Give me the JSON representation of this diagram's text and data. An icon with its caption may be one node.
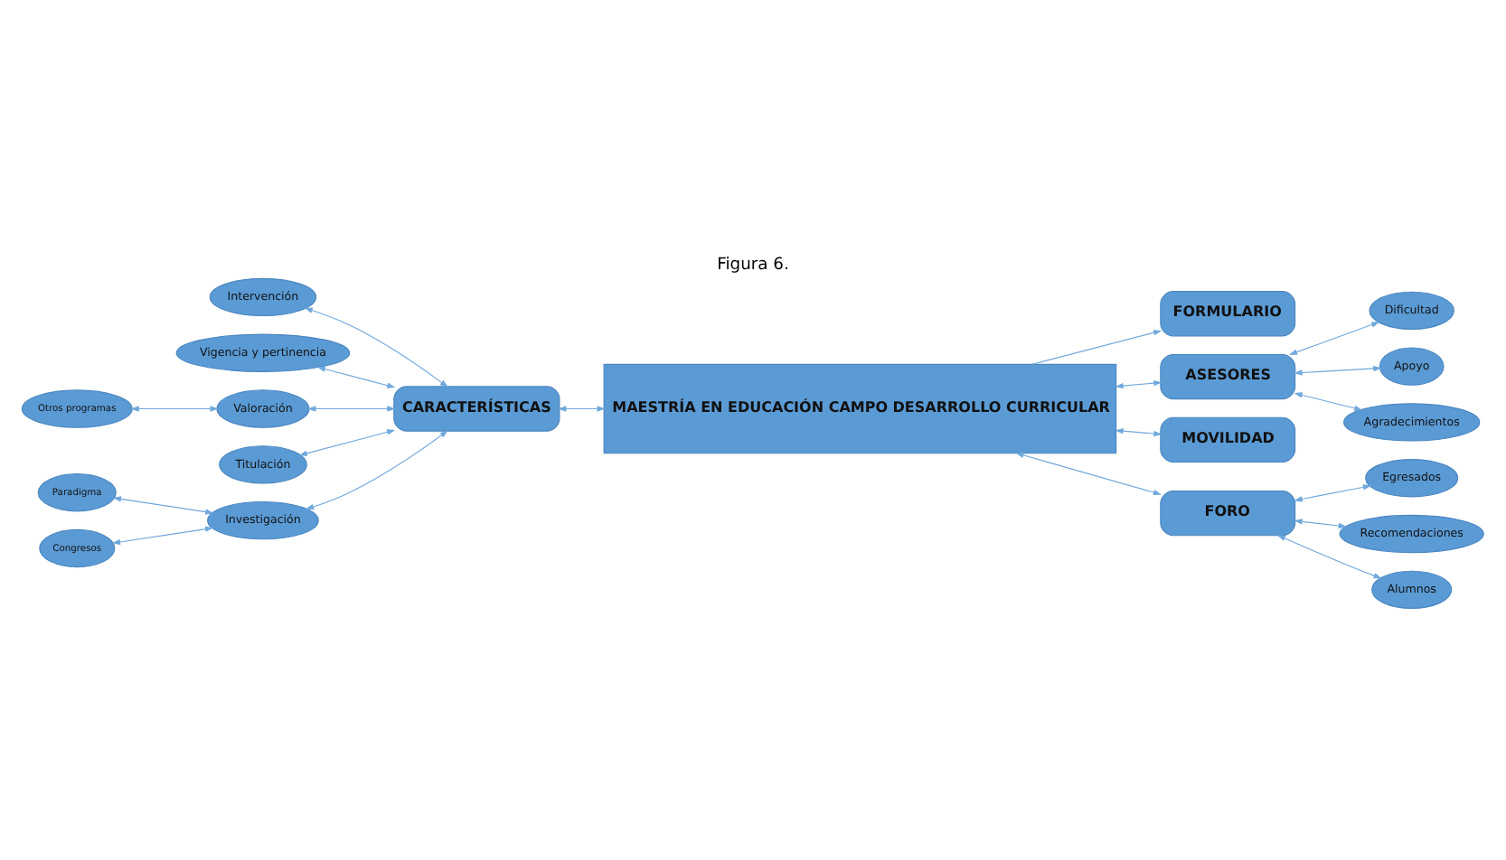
{
  "diagram": {
    "title": "Figura 6.",
    "nodes": [
      {
        "text": [
          "MAESTRÍA EN EDUCACIÓN CAMPO DESARROLLO CURRICULAR"
        ]
      },
      {
        "text": [
          "FORMULARIO"
        ]
      },
      {
        "text": [
          "CARACTERÍSTICAS"
        ]
      },
      {
        "text": [
          "Intervención"
        ]
      },
      {
        "text": [
          "Vigencia y pertinencia"
        ]
      },
      {
        "text": [
          "Valoración"
        ]
      },
      {
        "text": [
          "Otros programas"
        ]
      },
      {
        "text": [
          "Titulación"
        ]
      },
      {
        "text": [
          "Investigación"
        ]
      },
      {
        "text": [
          "Paradigma"
        ]
      },
      {
        "text": [
          "Congresos"
        ]
      },
      {
        "text": [
          "ASESORES"
        ]
      },
      {
        "text": [
          "Dificultad"
        ]
      },
      {
        "text": [
          "Apoyo"
        ]
      },
      {
        "text": [
          "Agradecimientos"
        ]
      },
      {
        "text": [
          "MOVILIDAD"
        ]
      },
      {
        "text": [
          "FORO"
        ]
      },
      {
        "text": [
          "Egresados"
        ]
      },
      {
        "text": [
          "Recomendaciones"
        ]
      },
      {
        "text": [
          "Alumnos"
        ]
      }
    ],
    "edges": [
      {
        "from": 0,
        "to": 1,
        "arrow": "to"
      },
      {
        "from": 2,
        "to": 0,
        "arrow": "both"
      },
      {
        "from": 3,
        "to": 2,
        "arrow": "both"
      },
      {
        "from": 4,
        "to": 2,
        "arrow": "both"
      },
      {
        "from": 5,
        "to": 2,
        "arrow": "both"
      },
      {
        "from": 6,
        "to": 5,
        "arrow": "both"
      },
      {
        "from": 7,
        "to": 2,
        "arrow": "both"
      },
      {
        "from": 8,
        "to": 2,
        "arrow": "both"
      },
      {
        "from": 9,
        "to": 8,
        "arrow": "both"
      },
      {
        "from": 10,
        "to": 8,
        "arrow": "both"
      },
      {
        "from": 0,
        "to": 11,
        "arrow": "both"
      },
      {
        "from": 11,
        "to": 12,
        "arrow": "both"
      },
      {
        "from": 11,
        "to": 13,
        "arrow": "both"
      },
      {
        "from": 11,
        "to": 14,
        "arrow": "both"
      },
      {
        "from": 0,
        "to": 15,
        "arrow": "both"
      },
      {
        "from": 0,
        "to": 16,
        "arrow": "both"
      },
      {
        "from": 16,
        "to": 17,
        "arrow": "both"
      },
      {
        "from": 16,
        "to": 18,
        "arrow": "both"
      },
      {
        "from": 16,
        "to": 19,
        "arrow": "both"
      }
    ]
  }
}
